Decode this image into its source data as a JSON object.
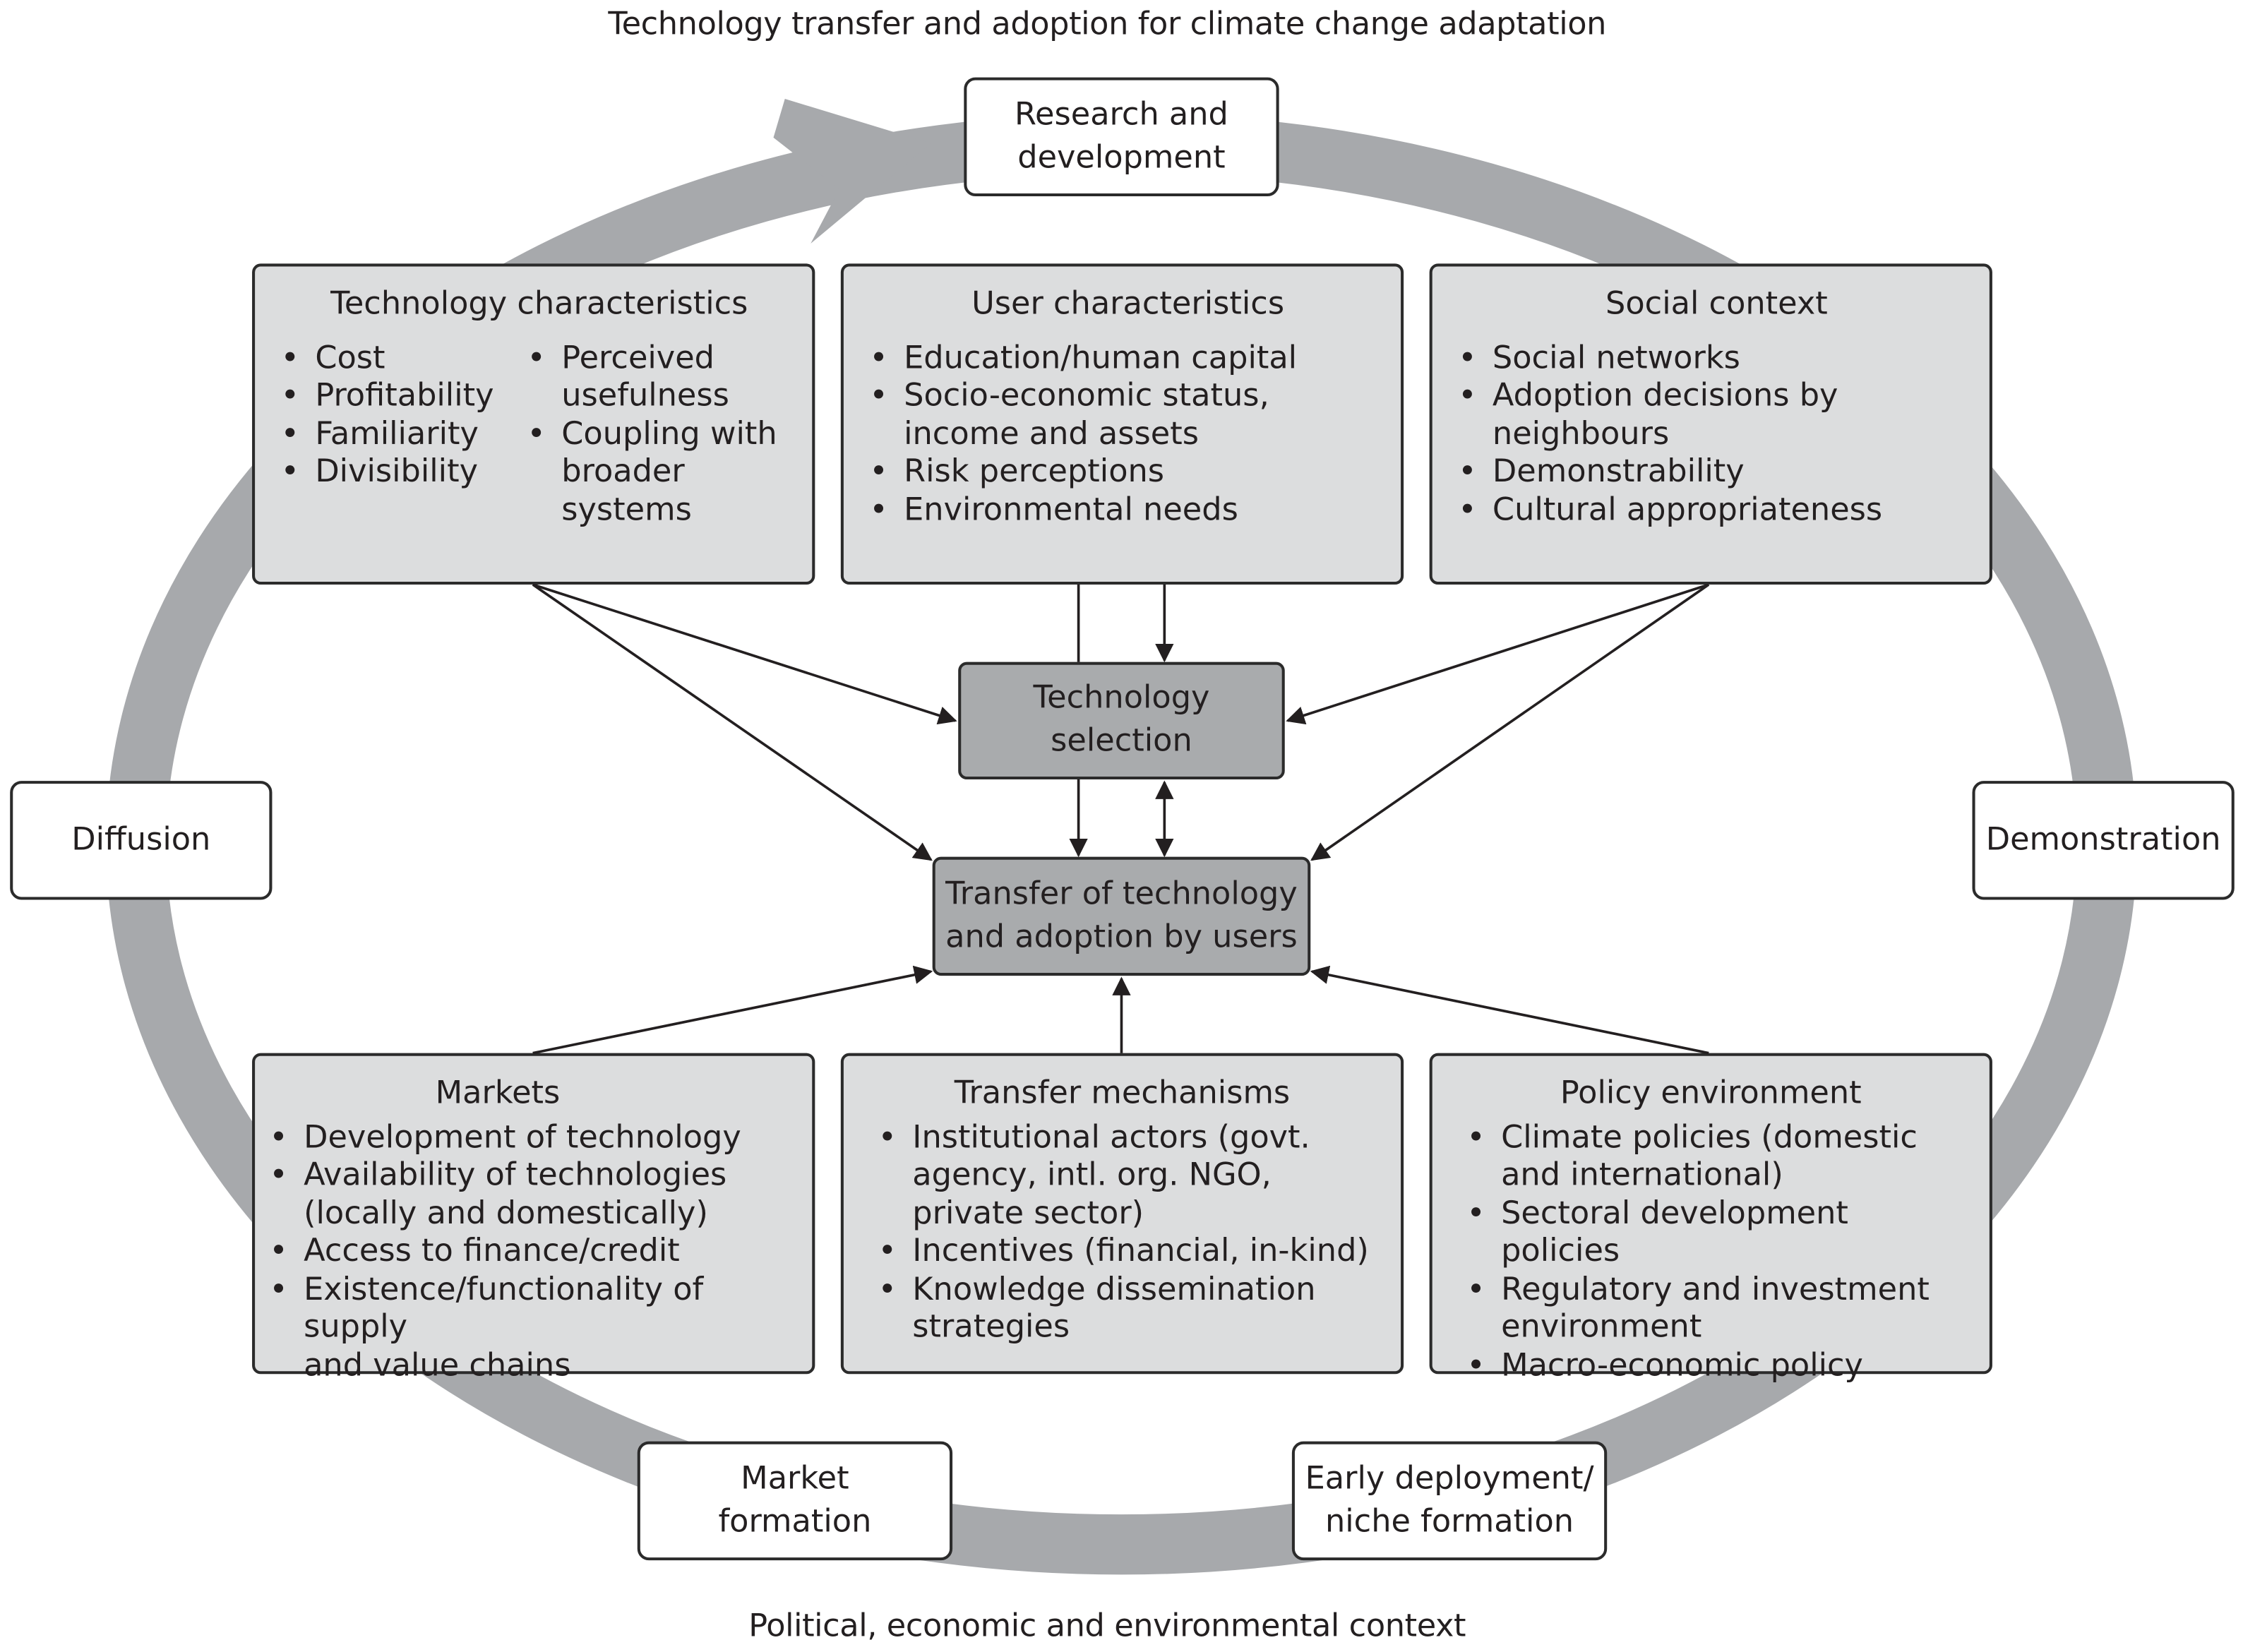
{
  "title": "Technology transfer and adoption for climate change adaptation",
  "footer": "Political, economic and environmental context",
  "cycle_stages": {
    "research": "Research and\ndevelopment",
    "demonstration": "Demonstration",
    "early_deployment": "Early deployment/\nniche formation",
    "market_formation": "Market\nformation",
    "diffusion": "Diffusion"
  },
  "center": {
    "selection": "Technology\nselection",
    "transfer": "Transfer of technology\nand adoption by users"
  },
  "factors": {
    "technology": {
      "title": "Technology characteristics",
      "items": [
        "Cost",
        "Profitability",
        "Familiarity",
        "Divisibility",
        "Perceived\nusefulness",
        "Coupling with\nbroader\nsystems"
      ]
    },
    "user": {
      "title": "User characteristics",
      "items": [
        "Education/human capital",
        "Socio-economic status,\nincome and assets",
        "Risk perceptions",
        "Environmental needs"
      ]
    },
    "social": {
      "title": "Social context",
      "items": [
        "Social networks",
        "Adoption decisions by\nneighbours",
        "Demonstrability",
        "Cultural appropriateness"
      ]
    },
    "markets": {
      "title": "Markets",
      "items": [
        "Development of technology",
        "Availability of technologies\n(locally and domestically)",
        "Access to finance/credit",
        "Existence/functionality of supply\nand value chains"
      ]
    },
    "transfer_mechanisms": {
      "title": "Transfer mechanisms",
      "items": [
        "Institutional actors (govt.\nagency, intl. org. NGO,\nprivate sector)",
        "Incentives (financial, in-kind)",
        "Knowledge dissemination\nstrategies"
      ]
    },
    "policy": {
      "title": "Policy environment",
      "items": [
        "Climate policies (domestic\nand international)",
        "Sectoral development policies",
        "Regulatory and investment\nenvironment",
        "Macro-economic policy"
      ]
    }
  },
  "colors": {
    "cycle_arrow": "#a7a9ac",
    "factor_fill": "#dcddde",
    "center_fill": "#a9abad",
    "stroke": "#2b2b2b",
    "text": "#231f20"
  }
}
